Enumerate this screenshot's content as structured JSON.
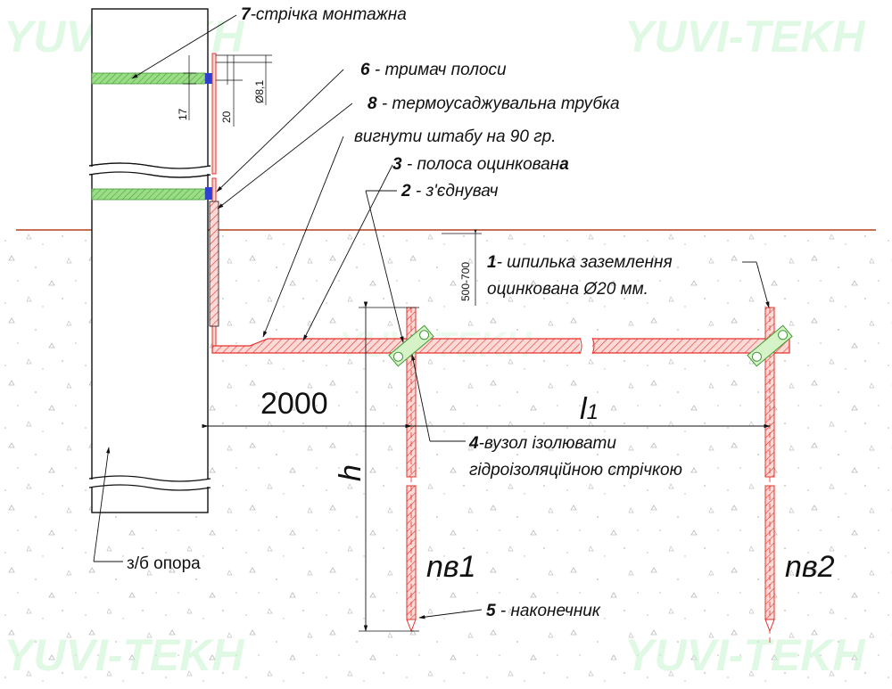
{
  "watermark": "YUVI-TEKH",
  "labels": {
    "l7": {
      "num": "7",
      "text": "-стрічка монтажна"
    },
    "l6": {
      "num": "6",
      "text": " - тримач полоси"
    },
    "l8": {
      "num": "8",
      "text": " - термоусаджувальна трубка"
    },
    "bent": {
      "text": "вигнути штабу на 90 гр."
    },
    "l3": {
      "num": "3",
      "text": " - полоса оцинкован",
      "tail": "а"
    },
    "l2": {
      "num": "2",
      "text": " - з'єднувач"
    },
    "l1": {
      "num": "1",
      "text": "- шпилька заземлення",
      "line2": "оцинкована Ø20 мм."
    },
    "l4": {
      "num": "4",
      "text": "-вузол ізолювати",
      "line2": "гідроізоляційною стрічкою"
    },
    "l5": {
      "num": "5",
      "text": " - наконечник"
    },
    "pole": {
      "text": "з/б опора"
    }
  },
  "dimensions": {
    "d17": "17",
    "d20": "20",
    "d81": "Ø8,1",
    "d500": "500-700",
    "d2000": "2000",
    "l1": "l",
    "l1sub": "1",
    "h": "h",
    "nv1": "nв1",
    "nv2": "nв2"
  },
  "colors": {
    "red": "#e8302a",
    "hatch": "#f3a09a",
    "green": "#6cc35a",
    "blue": "#2f3fd0",
    "ground": "#b5401f"
  }
}
